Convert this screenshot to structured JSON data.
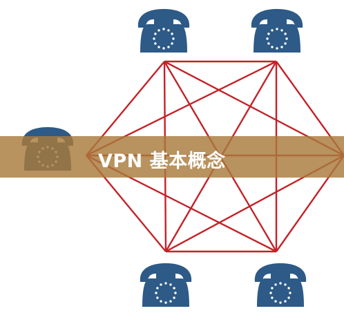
{
  "banner": {
    "title": "VPN 基本概念"
  },
  "colors": {
    "phone": "#2d5a87",
    "phone_dial": "#ffffff",
    "mesh_line": "#c42127",
    "banner_overlay": "#a87a3c",
    "banner_text": "#ffffff"
  },
  "diagram": {
    "nodes": [
      {
        "id": "phone-top-left",
        "icon": "telephone-icon"
      },
      {
        "id": "phone-top-right",
        "icon": "telephone-icon"
      },
      {
        "id": "phone-left",
        "icon": "telephone-icon"
      },
      {
        "id": "phone-bottom-left",
        "icon": "telephone-icon"
      },
      {
        "id": "phone-bottom-right",
        "icon": "telephone-icon"
      },
      {
        "id": "phone-right-offscreen",
        "icon": "telephone-icon"
      }
    ],
    "topology": "full-mesh"
  }
}
